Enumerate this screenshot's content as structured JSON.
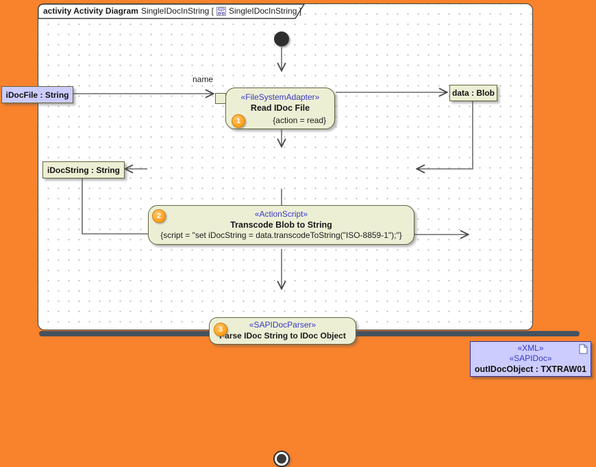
{
  "header": {
    "title_bold": "activity Activity Diagram",
    "diagram_name": "SingleIDocInString [",
    "bracket_name": "SingleIDocInString ]"
  },
  "nodes": {
    "read_idoc": {
      "stereotype": "«FileSystemAdapter»",
      "title": "Read IDoc File",
      "property": "{action = read}",
      "badge": "1"
    },
    "transcode": {
      "stereotype": "«ActionScript»",
      "title": "Transcode Blob to String",
      "property": "{script = \"set iDocString = data.transcodeToString(\"ISO-8859-1\");\"}",
      "badge": "2"
    },
    "parse": {
      "stereotype": "«SAPIDocParser»",
      "title": "Parse IDoc String to IDoc Object",
      "badge": "3"
    }
  },
  "objects": {
    "idocfile": {
      "label": "iDocFile : String"
    },
    "data_blob": {
      "label": "data : Blob"
    },
    "idocstring": {
      "label": "iDocString : String"
    },
    "out_idoc": {
      "stereotype1": "«XML»",
      "stereotype2": "«SAPIDoc»",
      "label": "outIDocObject : TXTRAW01"
    }
  },
  "edges": {
    "name_label": "name"
  },
  "colors": {
    "background_orange": "#f9822c",
    "node_fill": "#edefd5",
    "node_border": "#62623e",
    "stereotype_blue": "#3838c8",
    "object_lavender": "#ccccfe",
    "object_blue_border": "#32329b",
    "badge_orange": "#ff9f1a",
    "bottom_bar": "#46525e"
  }
}
